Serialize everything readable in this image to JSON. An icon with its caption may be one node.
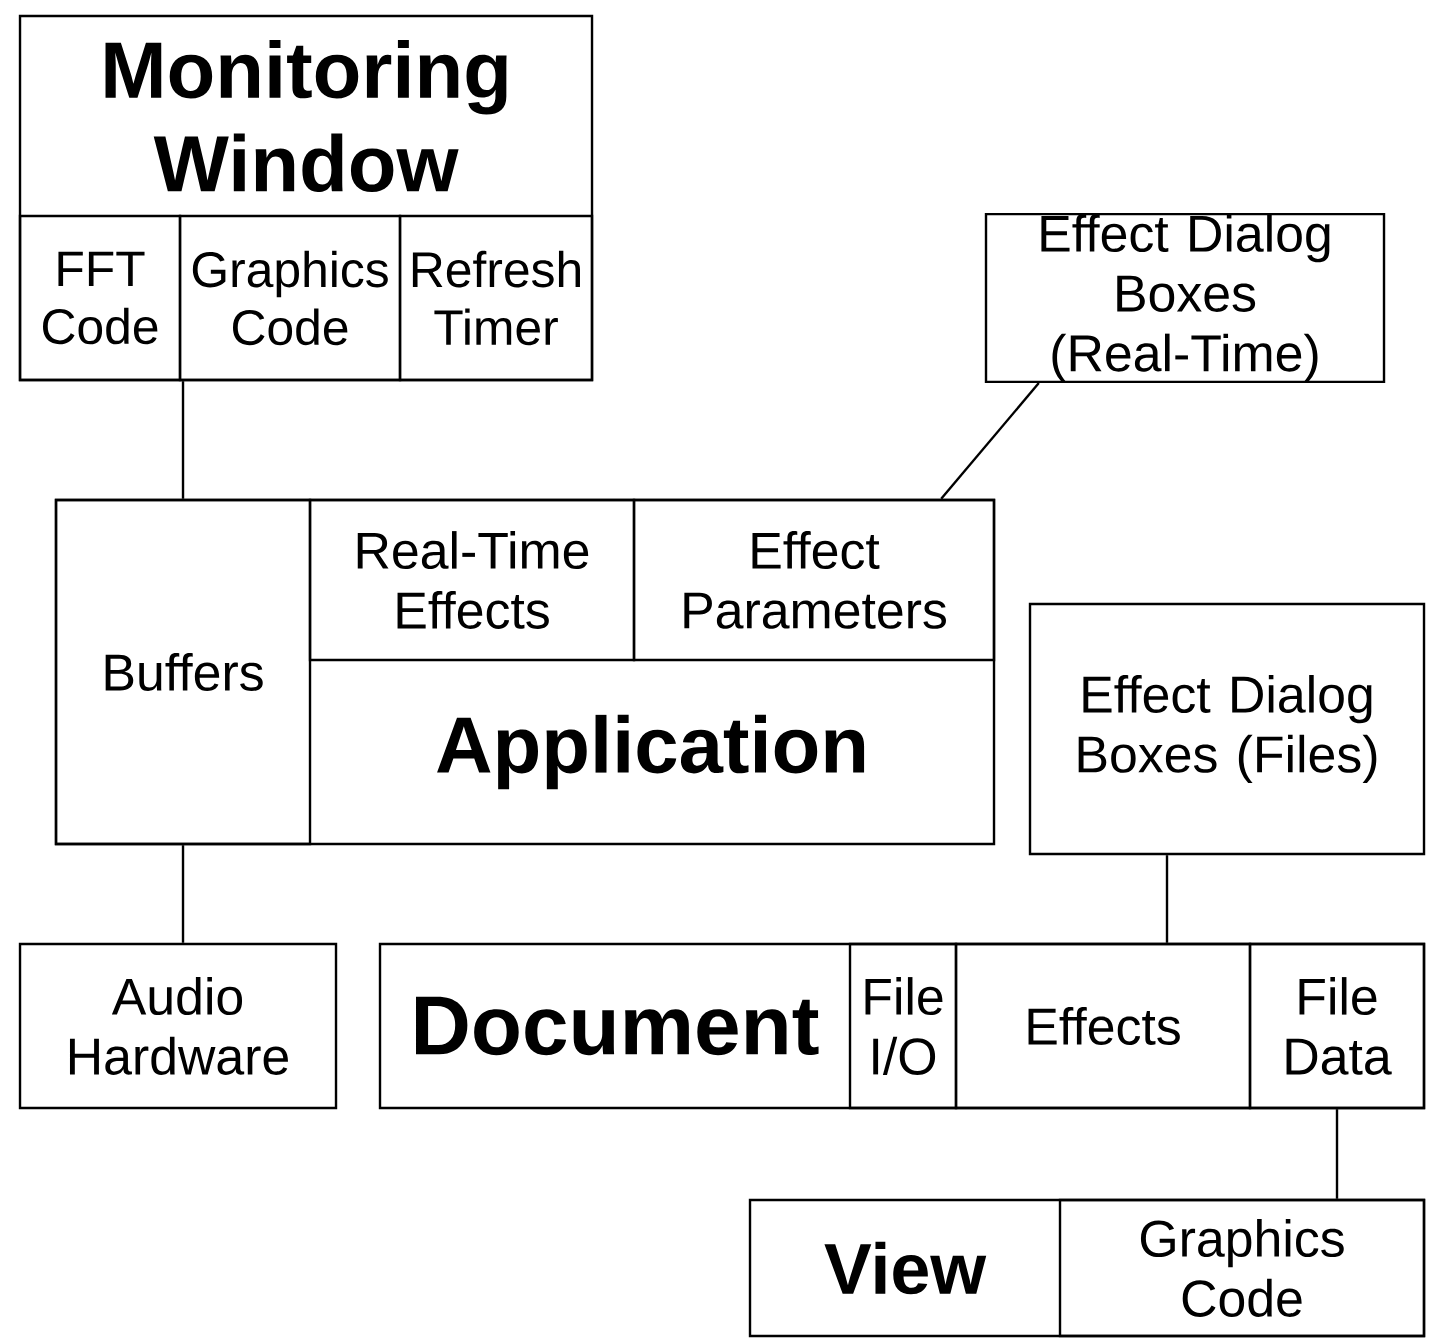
{
  "diagram": {
    "nodes": [
      {
        "text": [
          "Monitoring Window"
        ]
      },
      {
        "text": [
          "FFT Code"
        ],
        "in": 0
      },
      {
        "text": [
          "Graphics Code"
        ],
        "in": 0
      },
      {
        "text": [
          "Refresh Timer"
        ],
        "in": 0
      },
      {
        "text": [
          "Effect Dialog Boxes (Real-Time)"
        ]
      },
      {
        "text": [
          "Application"
        ]
      },
      {
        "text": [
          "Buffers"
        ],
        "in": 5
      },
      {
        "text": [
          "Real-Time Effects"
        ],
        "in": 5
      },
      {
        "text": [
          "Effect Parameters"
        ],
        "in": 5
      },
      {
        "text": [
          "Effect Dialog Boxes (Files)"
        ]
      },
      {
        "text": [
          "Audio Hardware"
        ]
      },
      {
        "text": [
          "Document"
        ]
      },
      {
        "text": [
          "File I/O"
        ],
        "in": 11
      },
      {
        "text": [
          "Effects"
        ],
        "in": 11
      },
      {
        "text": [
          "File Data"
        ],
        "in": 11
      },
      {
        "text": [
          "View"
        ]
      },
      {
        "text": [
          "Graphics Code"
        ],
        "in": 15
      }
    ],
    "edges": [
      {
        "from": 1,
        "to": 6,
        "arrow": "none"
      },
      {
        "from": 4,
        "to": 8,
        "arrow": "none"
      },
      {
        "from": 6,
        "to": 10,
        "arrow": "none"
      },
      {
        "from": 9,
        "to": 13,
        "arrow": "none"
      },
      {
        "from": 14,
        "to": 16,
        "arrow": "none"
      }
    ]
  }
}
